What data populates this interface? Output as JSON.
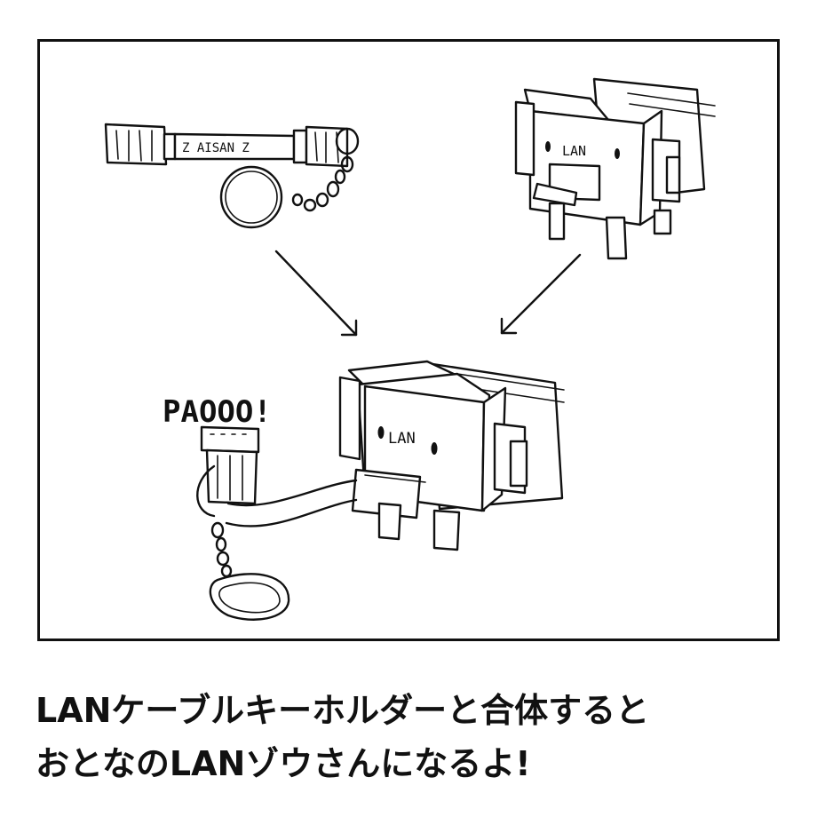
{
  "illustration": {
    "keychain_tag_text": "Z AISAN Z",
    "elephant_top_label": "LAN",
    "elephant_combined_label": "LAN",
    "sound_effect": "PAOOO!"
  },
  "caption": {
    "line1": "LANケーブルキーホルダーと合体すると",
    "line2": "おとなのLANゾウさんになるよ!"
  }
}
